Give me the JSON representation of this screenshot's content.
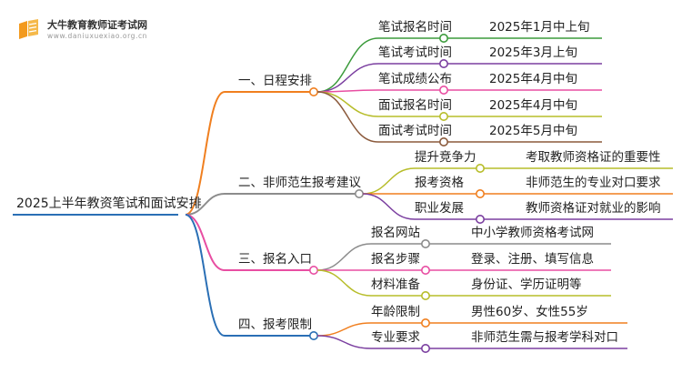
{
  "logo": {
    "title": "大牛教育教师证考试网",
    "url": "www.daniuxuexiao.org.cn",
    "icon": "book-icon"
  },
  "root": {
    "label": "2025上半年教资笔试和面试安排",
    "color": "#2a6fb5"
  },
  "branches": [
    {
      "label": "一、日程安排",
      "color": "#f07f1f",
      "children": [
        {
          "label": "笔试报名时间",
          "value": "2025年1月中上旬",
          "color": "#3c9b3c"
        },
        {
          "label": "笔试考试时间",
          "value": "2025年3月上旬",
          "color": "#7b3fa0"
        },
        {
          "label": "笔试成绩公布",
          "value": "2025年4月中旬",
          "color": "#e84ea2"
        },
        {
          "label": "面试报名时间",
          "value": "2025年4月中旬",
          "color": "#b7bd2a"
        },
        {
          "label": "面试考试时间",
          "value": "2025年5月中旬",
          "color": "#8b5a3c"
        }
      ]
    },
    {
      "label": "二、非师范生报考建议",
      "color": "#8c8c8c",
      "children": [
        {
          "label": "提升竞争力",
          "value": "考取教师资格证的重要性",
          "color": "#b7bd2a"
        },
        {
          "label": "报考资格",
          "value": "非师范生的专业对口要求",
          "color": "#f07f1f"
        },
        {
          "label": "职业发展",
          "value": "教师资格证对就业的影响",
          "color": "#7b3fa0"
        }
      ]
    },
    {
      "label": "三、报名入口",
      "color": "#e84ea2",
      "children": [
        {
          "label": "报名网站",
          "value": "中小学教师资格考试网",
          "color": "#8c8c8c"
        },
        {
          "label": "报名步骤",
          "value": "登录、注册、填写信息",
          "color": "#e84ea2"
        },
        {
          "label": "材料准备",
          "value": "身份证、学历证明等",
          "color": "#b7bd2a"
        }
      ]
    },
    {
      "label": "四、报考限制",
      "color": "#2a6fb5",
      "children": [
        {
          "label": "年龄限制",
          "value": "男性60岁、女性55岁",
          "color": "#f07f1f"
        },
        {
          "label": "专业要求",
          "value": "非师范生需与报考学科对口",
          "color": "#7b3fa0"
        }
      ]
    }
  ]
}
